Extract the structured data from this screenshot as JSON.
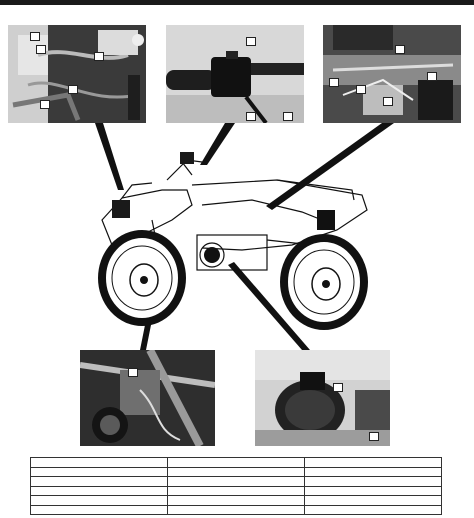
{
  "photos": [
    {
      "id": "photo-engine-left",
      "callouts": [
        "",
        "",
        "",
        "",
        ""
      ]
    },
    {
      "id": "photo-handlebar-switch",
      "callouts": [
        "",
        "",
        ""
      ]
    },
    {
      "id": "photo-engine-right",
      "callouts": [
        "",
        "",
        "",
        "",
        ""
      ]
    },
    {
      "id": "photo-front-lower",
      "callouts": [
        ""
      ]
    },
    {
      "id": "photo-magneto-cover",
      "callouts": [
        "",
        ""
      ]
    }
  ],
  "table": {
    "rows": [
      [
        "",
        "",
        ""
      ],
      [
        "",
        "",
        ""
      ],
      [
        "",
        "",
        ""
      ],
      [
        "",
        "",
        ""
      ],
      [
        "",
        "",
        ""
      ],
      [
        "",
        "",
        ""
      ]
    ]
  }
}
